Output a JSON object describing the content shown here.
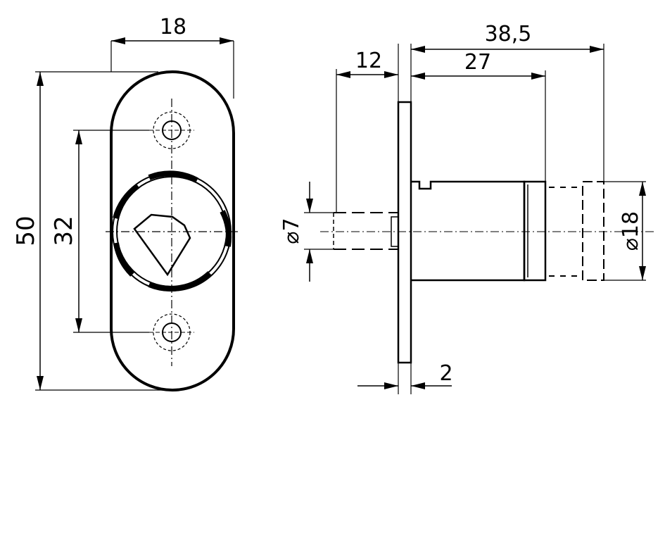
{
  "front_view": {
    "width_label": "18",
    "height_label": "50",
    "hole_spacing_label": "32"
  },
  "side_view": {
    "total_length_label": "38,5",
    "body_length_label": "27",
    "shaft_length_label": "12",
    "flange_thickness_label": "2",
    "shaft_diameter_label": "⌀7",
    "body_diameter_label": "⌀18"
  },
  "colors": {
    "line": "#000000",
    "background": "#ffffff"
  }
}
